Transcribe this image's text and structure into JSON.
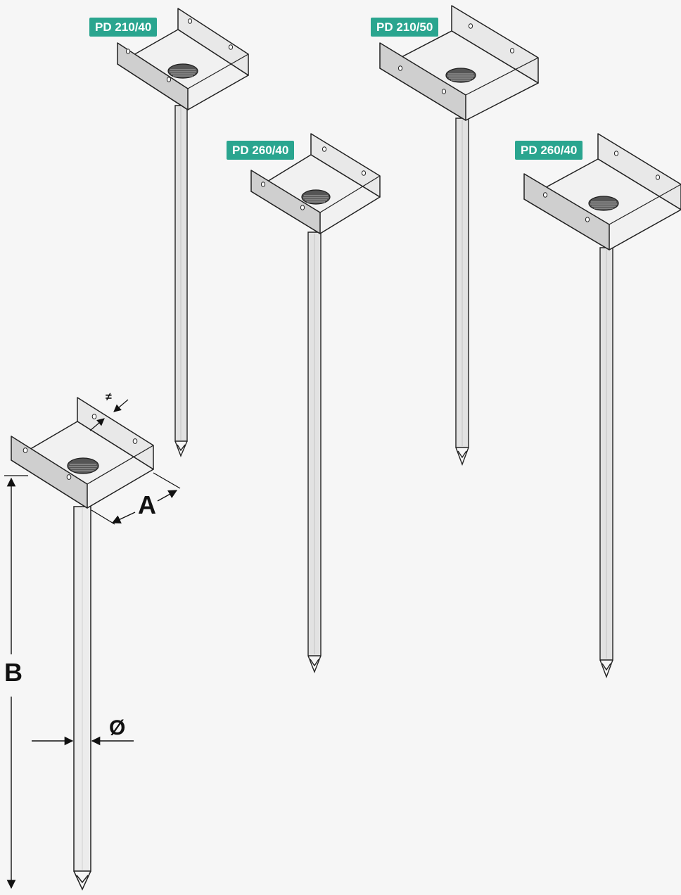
{
  "products": [
    {
      "label": "PD 210/40"
    },
    {
      "label": "PD 210/50"
    },
    {
      "label": "PD 260/40"
    },
    {
      "label": "PD 260/40"
    }
  ],
  "dimensions": {
    "width_label": "A",
    "length_label": "B",
    "diameter_label": "Ø",
    "offset_label": "≠"
  },
  "colors": {
    "badge": "#2aa58f",
    "badge_text": "#ffffff",
    "steel_light": "#eeeeee",
    "steel_mid": "#d2d2d2",
    "steel_dark": "#b4b4b4",
    "outline": "#222222",
    "background": "#f6f6f6"
  }
}
